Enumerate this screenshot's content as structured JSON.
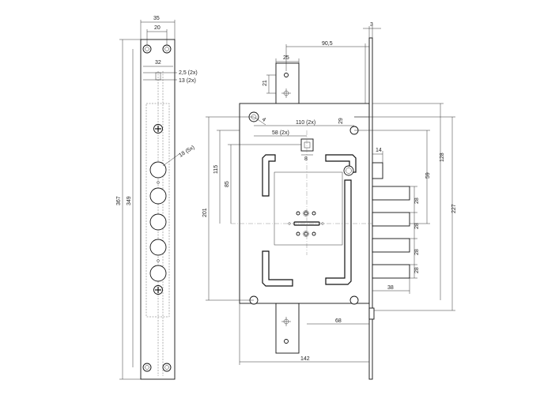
{
  "dimensions": {
    "d_35": "35",
    "d_20": "20",
    "d_32": "32",
    "d_2_5": "2,5 (2x)",
    "d_13": "13 (2x)",
    "d_18": "18 (5x)",
    "d_367": "367",
    "d_349": "349",
    "d_3": "3",
    "d_90_5": "90,5",
    "d_25": "25",
    "d_21": "21",
    "d_4": "4",
    "d_110": "110 (2x)",
    "d_29": "29",
    "d_58": "58 (2x)",
    "d_8": "8",
    "d_14": "14",
    "d_115": "115",
    "d_85": "85",
    "d_201": "201",
    "d_59": "59",
    "d_128": "128",
    "d_227": "227",
    "d_28a": "28",
    "d_28b": "28",
    "d_28c": "28",
    "d_28d": "28",
    "d_38": "38",
    "d_68": "68",
    "d_142": "142"
  }
}
